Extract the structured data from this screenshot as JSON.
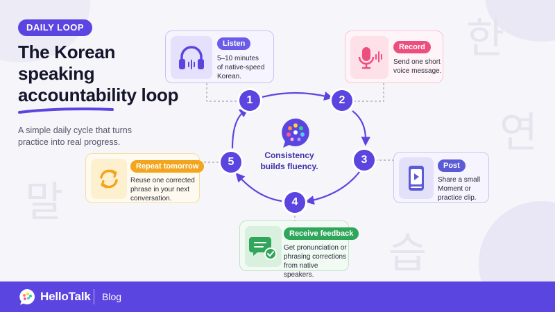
{
  "badge": "DAILY LOOP",
  "title_lines": [
    "The Korean",
    "speaking",
    "accountability loop"
  ],
  "subtitle": "A simple daily cycle that turns practice into real progress.",
  "center_text": [
    "Consistency",
    "builds fluency."
  ],
  "steps": [
    {
      "number": "1",
      "tag": "Listen",
      "desc": [
        "5–10 minutes",
        "of native-speed",
        "Korean."
      ]
    },
    {
      "number": "2",
      "tag": "Record",
      "desc": [
        "Send one short",
        "voice message."
      ]
    },
    {
      "number": "3",
      "tag": "Post",
      "desc": [
        "Share a small",
        "Moment or",
        "practice clip."
      ]
    },
    {
      "number": "4",
      "tag": "Receive feedback",
      "desc": [
        "Get pronunciation or",
        "phrasing corrections",
        "from native speakers."
      ]
    },
    {
      "number": "5",
      "tag": "Repeat tomorrow",
      "desc": [
        "Reuse one corrected",
        "phrase in your next",
        "conversation."
      ]
    }
  ],
  "hangul": [
    "한",
    "연",
    "말",
    "습"
  ],
  "footer": {
    "brand": "HelloTalk",
    "section": "Blog"
  },
  "colors": {
    "accent": "#5b45e0",
    "listen": "#6b5ce7",
    "record": "#ec4f7e",
    "post": "#5b5bd6",
    "feedback": "#2fa65a",
    "repeat": "#f2a51d"
  }
}
